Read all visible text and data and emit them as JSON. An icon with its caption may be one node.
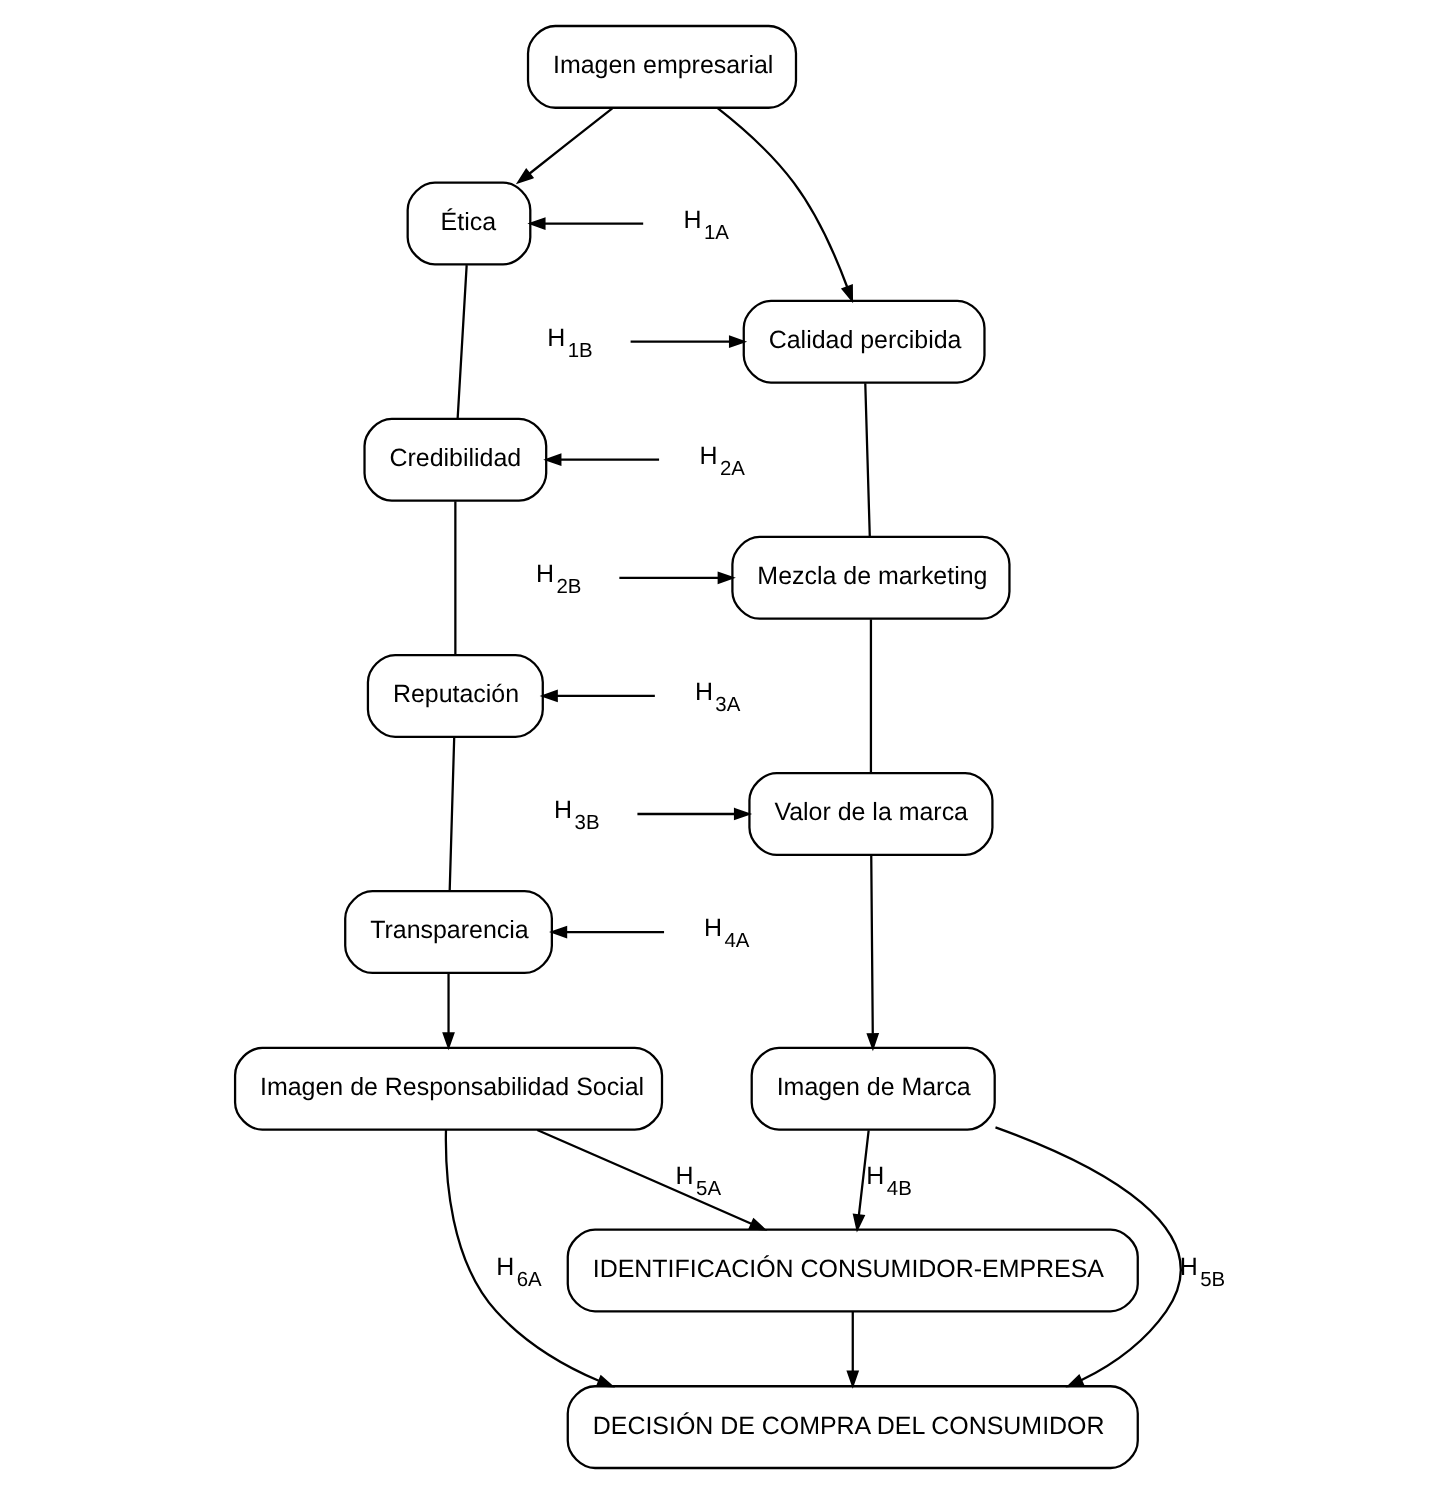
{
  "diagram": {
    "nodes": [
      {
        "text": [
          "Imagen empresarial"
        ]
      },
      {
        "text": [
          "Ética"
        ]
      },
      {
        "text": [
          "Credibilidad"
        ]
      },
      {
        "text": [
          "Reputación"
        ]
      },
      {
        "text": [
          "Transparencia"
        ]
      },
      {
        "text": [
          "Imagen de Responsabilidad Social"
        ]
      },
      {
        "text": [
          "Calidad percibida"
        ]
      },
      {
        "text": [
          "Mezcla de marketing"
        ]
      },
      {
        "text": [
          "Valor de la marca"
        ]
      },
      {
        "text": [
          "Imagen de Marca"
        ]
      },
      {
        "text": [
          "IDENTIFICACIÓN CONSUMIDOR-EMPRESA"
        ]
      },
      {
        "text": [
          "DECISIÓN DE COMPRA DEL CONSUMIDOR"
        ]
      },
      {
        "text": [
          "H$_{1A}$"
        ]
      },
      {
        "text": [
          "H$_{2A}$"
        ]
      },
      {
        "text": [
          "H$_{3A}$"
        ]
      },
      {
        "text": [
          "H$_{4A}$"
        ]
      },
      {
        "text": [
          "H$_{1B}$"
        ]
      },
      {
        "text": [
          "H$_{2B}$"
        ]
      },
      {
        "text": [
          "H$_{3B}$"
        ]
      }
    ],
    "edges": [
      {
        "from": 0,
        "to": 1,
        "arrow": "to"
      },
      {
        "from": 0,
        "to": 6,
        "arrow": "to"
      },
      {
        "from": 1,
        "to": 2,
        "arrow": "none"
      },
      {
        "from": 2,
        "to": 3,
        "arrow": "none"
      },
      {
        "from": 3,
        "to": 4,
        "arrow": "none"
      },
      {
        "from": 4,
        "to": 5,
        "arrow": "to"
      },
      {
        "from": 6,
        "to": 7,
        "arrow": "none"
      },
      {
        "from": 7,
        "to": 8,
        "arrow": "none"
      },
      {
        "from": 8,
        "to": 9,
        "arrow": "to"
      },
      {
        "from": 5,
        "to": 10,
        "arrow": "to",
        "label": "H$_{5A}$"
      },
      {
        "from": 9,
        "to": 10,
        "arrow": "to",
        "label": "H$_{4B}$"
      },
      {
        "from": 10,
        "to": 11,
        "arrow": "to"
      },
      {
        "from": 5,
        "to": 11,
        "arrow": "to",
        "label": "H$_{6A}$"
      },
      {
        "from": 9,
        "to": 11,
        "arrow": "to",
        "label": "H$_{5B}$"
      },
      {
        "from": 12,
        "to": 1,
        "arrow": "to"
      },
      {
        "from": 13,
        "to": 2,
        "arrow": "to"
      },
      {
        "from": 14,
        "to": 3,
        "arrow": "to"
      },
      {
        "from": 15,
        "to": 4,
        "arrow": "to"
      },
      {
        "from": 16,
        "to": 6,
        "arrow": "to"
      },
      {
        "from": 17,
        "to": 7,
        "arrow": "to"
      },
      {
        "from": 18,
        "to": 8,
        "arrow": "to"
      }
    ]
  }
}
